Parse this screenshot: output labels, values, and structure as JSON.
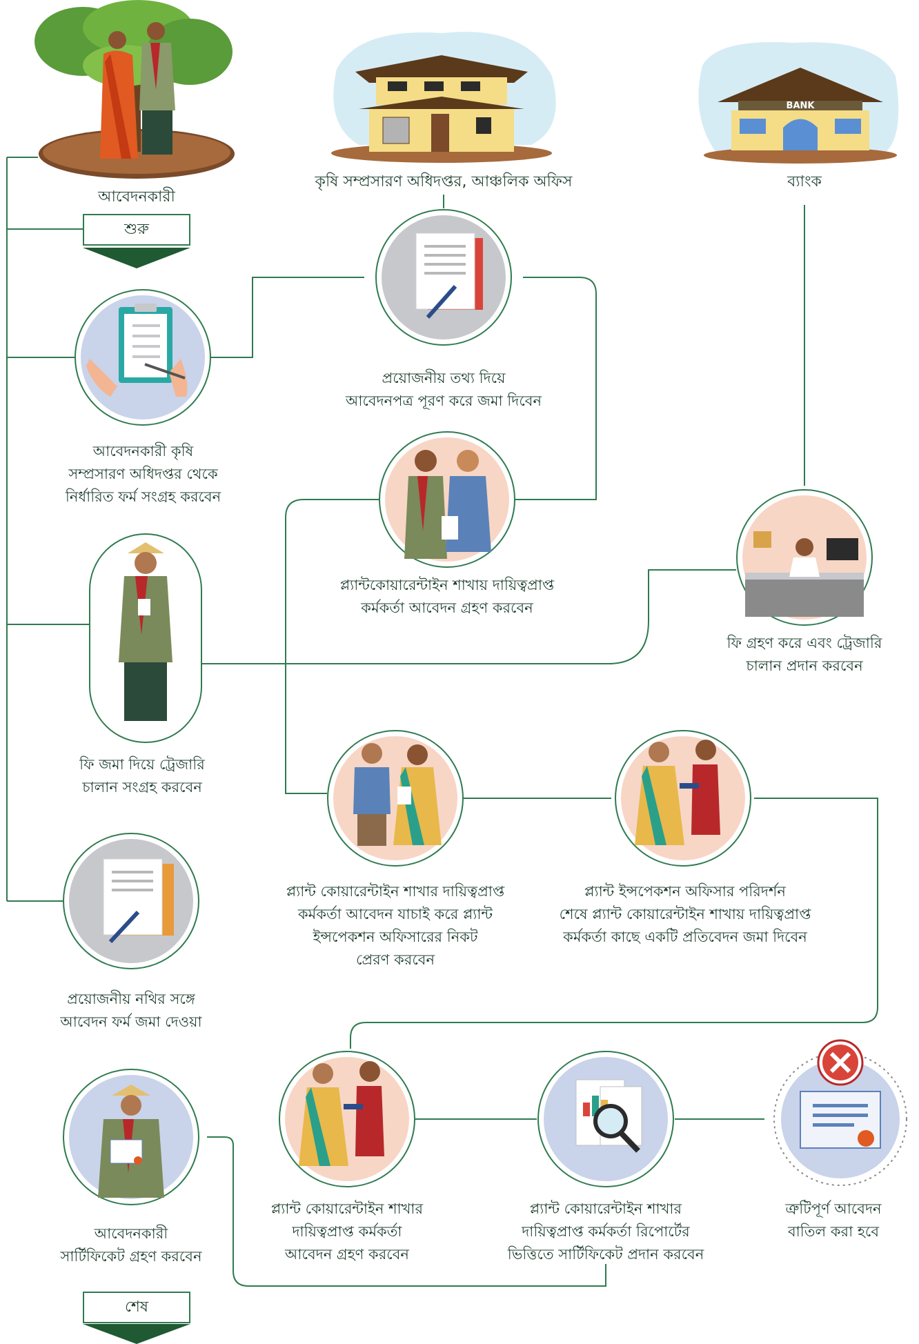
{
  "colors": {
    "line": "#2f7a4f",
    "arrow": "#1f5a33",
    "circle_ring": "#2f7a4f",
    "circle_fill_gray": "#c7c8cc",
    "circle_fill_peach": "#f7d6c6",
    "circle_fill_blue": "#c9d3ea",
    "text": "#1f3f30"
  },
  "locations": {
    "applicant": "আবেদনকারী",
    "office": "কৃষি সম্প্রসারণ অধিদপ্তর, আঞ্চলিক অফিস",
    "bank": "ব্যাংক"
  },
  "start_label": "শুরু",
  "end_label": "শেষ",
  "steps": {
    "collect_form": [
      "আবেদনকারী কৃষি",
      "সম্প্রসারণ অধিদপ্তর থেকে",
      "নির্ধারিত ফর্ম সংগ্রহ করবেন"
    ],
    "fill_form": [
      "প্রয়োজনীয় তথ্য দিয়ে",
      "আবেদনপত্র পূরণ করে জমা দিবেন"
    ],
    "officer_receive": [
      "প্ল্যান্টকোয়ারেন্টাইন শাখায় দায়িত্বপ্রাপ্ত",
      "কর্মকর্তা আবেদন গ্রহণ করবেন"
    ],
    "pay_fee": [
      "ফি জমা দিয়ে ট্রেজারি",
      "চালান সংগ্রহ করবেন"
    ],
    "bank_fee": [
      "ফি গ্রহণ করে এবং ট্রেজারি",
      "চালান প্রদান করবেন"
    ],
    "submit_docs": [
      "প্রয়োজনীয় নথির সঙ্গে",
      "আবেদন ফর্ম জমা দেওয়া"
    ],
    "verify_forward": [
      "প্ল্যান্ট কোয়ারেন্টাইন শাখার দায়িত্বপ্রাপ্ত",
      "কর্মকর্তা আবেদন যাচাই করে প্ল্যান্ট",
      "ইন্সপেকশন অফিসারের নিকট",
      "প্রেরণ করবেন"
    ],
    "inspection_report": [
      "প্ল্যান্ট ইন্সপেকশন অফিসার পরিদর্শন",
      "শেষে প্ল্যান্ট কোয়ারেন্টাইন শাখায় দায়িত্বপ্রাপ্ত",
      "কর্মকর্তা কাছে একটি প্রতিবেদন জমা দিবেন"
    ],
    "officer_receive_2": [
      "প্ল্যান্ট কোয়ারেন্টাইন শাখার",
      "দায়িত্বপ্রাপ্ত কর্মকর্তা",
      "আবেদন গ্রহণ করবেন"
    ],
    "issue_certificate": [
      "প্ল্যান্ট কোয়ারেন্টাইন শাখার",
      "দায়িত্বপ্রাপ্ত কর্মকর্তা রিপোর্টের",
      "ভিত্তিতে সার্টিফিকেট প্রদান করবেন"
    ],
    "reject": [
      "ত্রুটিপূর্ণ আবেদন",
      "বাতিল করা হবে"
    ],
    "receive_certificate": [
      "আবেদনকারী",
      "সার্টিফিকেট গ্রহণ করবেন"
    ]
  },
  "illustration_texts": {
    "bank_sign": "BANK"
  },
  "icons": {
    "collect_form": "clipboard-form-icon",
    "fill_form": "document-pen-icon",
    "officer_receive": "two-officers-icon",
    "pay_fee": "farmer-receipt-icon",
    "bank_fee": "bank-teller-icon",
    "submit_docs": "document-folder-icon",
    "verify_forward": "officer-woman-icon",
    "inspection_report": "inspection-handover-icon",
    "officer_receive_2": "officer-receive-icon",
    "issue_certificate": "magnifier-report-icon",
    "reject": "rejected-certificate-icon",
    "receive_certificate": "farmer-certificate-icon"
  }
}
